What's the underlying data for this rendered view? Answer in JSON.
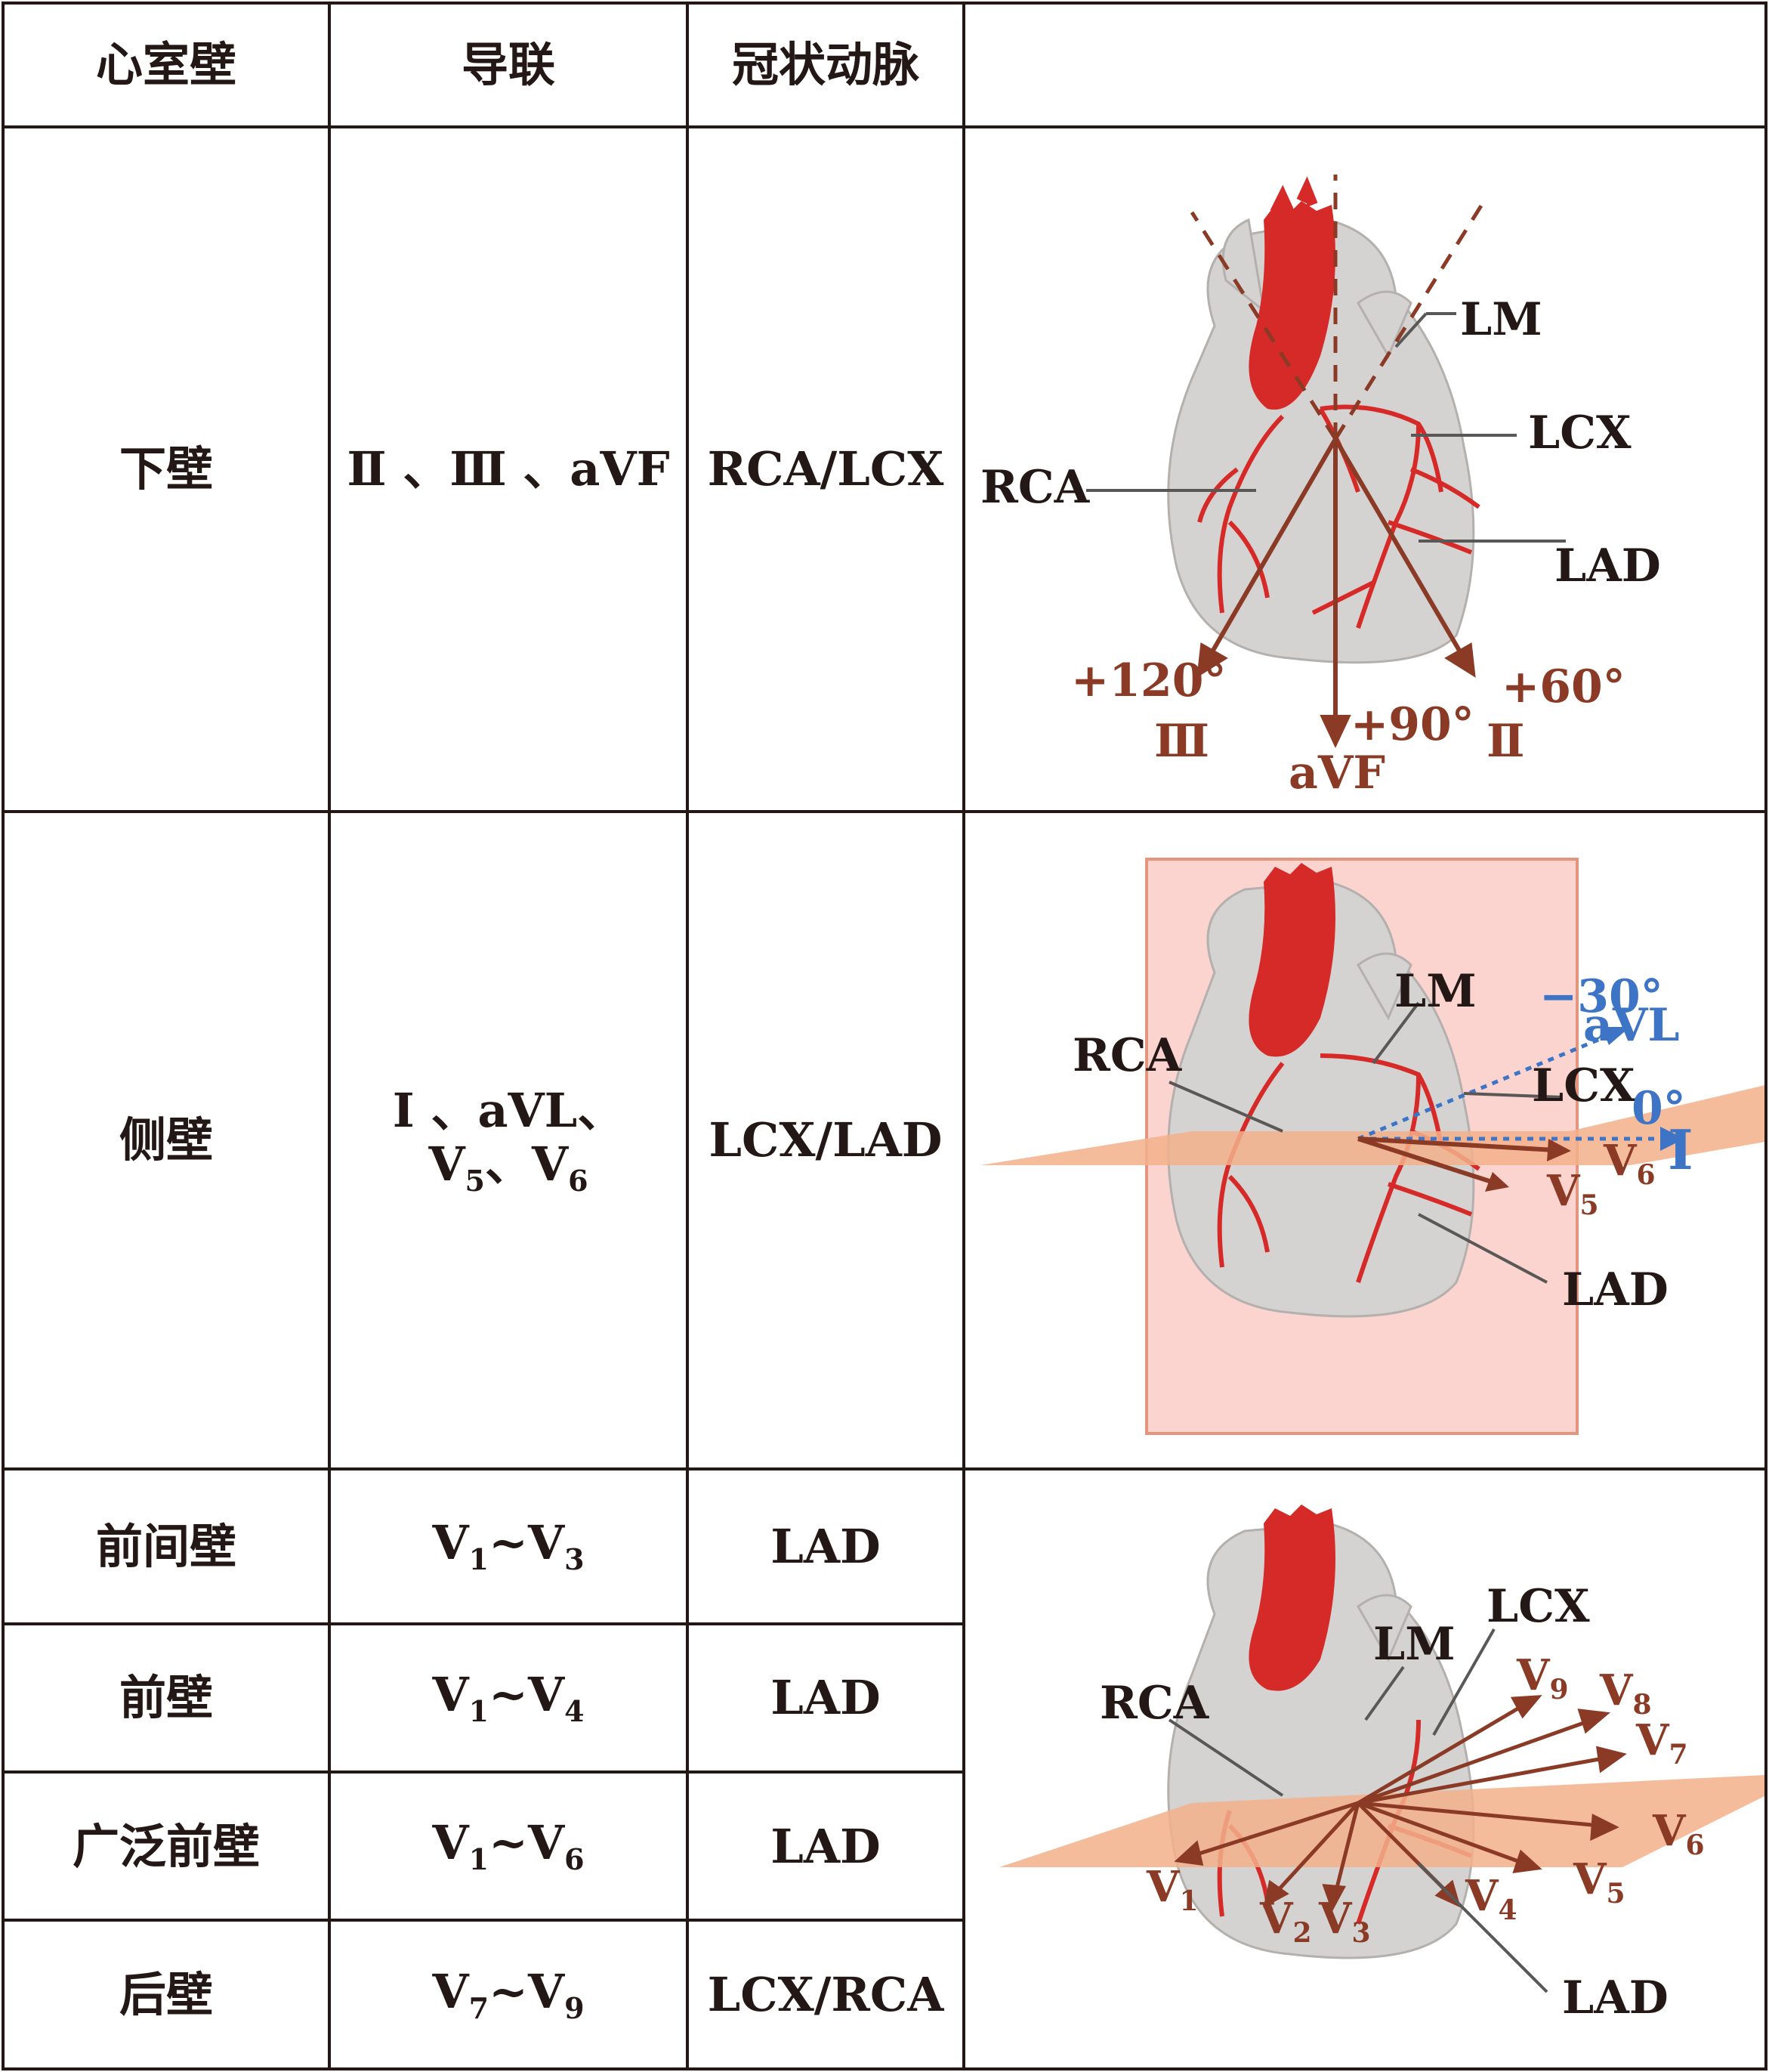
{
  "header": {
    "col1": "心室壁",
    "col2": "导联",
    "col3": "冠状动脉",
    "col4": ""
  },
  "rows": [
    {
      "wall": "下壁",
      "leads": "Ⅱ 、Ⅲ 、aVF",
      "artery": "RCA/LCX"
    },
    {
      "wall": "侧壁",
      "leads_line1": "Ⅰ 、aVL、",
      "leads_line2_a": "V",
      "leads_line2_a_sub": "5",
      "leads_line2_sep": "、V",
      "leads_line2_b_sub": "6",
      "artery": "LCX/LAD"
    },
    {
      "wall": "前间壁",
      "leads_a": "V",
      "leads_a_sub": "1",
      "leads_mid": "~V",
      "leads_b_sub": "3",
      "artery": "LAD"
    },
    {
      "wall": "前壁",
      "leads_a": "V",
      "leads_a_sub": "1",
      "leads_mid": "~V",
      "leads_b_sub": "4",
      "artery": "LAD"
    },
    {
      "wall": "广泛前壁",
      "leads_a": "V",
      "leads_a_sub": "1",
      "leads_mid": "~V",
      "leads_b_sub": "6",
      "artery": "LAD"
    },
    {
      "wall": "后壁",
      "leads_a": "V",
      "leads_a_sub": "7",
      "leads_mid": "~V",
      "leads_b_sub": "9",
      "artery": "LCX/RCA"
    }
  ],
  "figure1": {
    "labels": {
      "lm": "LM",
      "lcx": "LCX",
      "rca": "RCA",
      "lad": "LAD"
    },
    "angles": {
      "a120": "+120°",
      "a90": "+90°",
      "a60": "+60°"
    },
    "leads": {
      "iii": "Ⅲ",
      "avf": "aVF",
      "ii": "Ⅱ"
    }
  },
  "figure2": {
    "labels": {
      "lm": "LM",
      "lcx": "LCX",
      "rca": "RCA",
      "lad": "LAD"
    },
    "angles": {
      "m30": "−30°",
      "zero": "0°"
    },
    "leads": {
      "avl": "aVL",
      "i": "Ⅰ",
      "v": "V",
      "v5": "5",
      "v6": "6"
    }
  },
  "figure3": {
    "labels": {
      "lm": "LM",
      "lcx": "LCX",
      "rca": "RCA",
      "lad": "LAD"
    },
    "leads": {
      "v": "V",
      "s1": "1",
      "s2": "2",
      "s3": "3",
      "s4": "4",
      "s5": "5",
      "s6": "6",
      "s7": "7",
      "s8": "8",
      "s9": "9"
    }
  },
  "colors": {
    "border": "#231815",
    "lead_brown": "#8a3a25",
    "axis_blue": "#3d74c6",
    "artery_red": "#d62a28",
    "heart_gray": "#d5d3d2",
    "plane_orange": "#f3b08b",
    "frontal_pink": "#fbd3cf"
  }
}
